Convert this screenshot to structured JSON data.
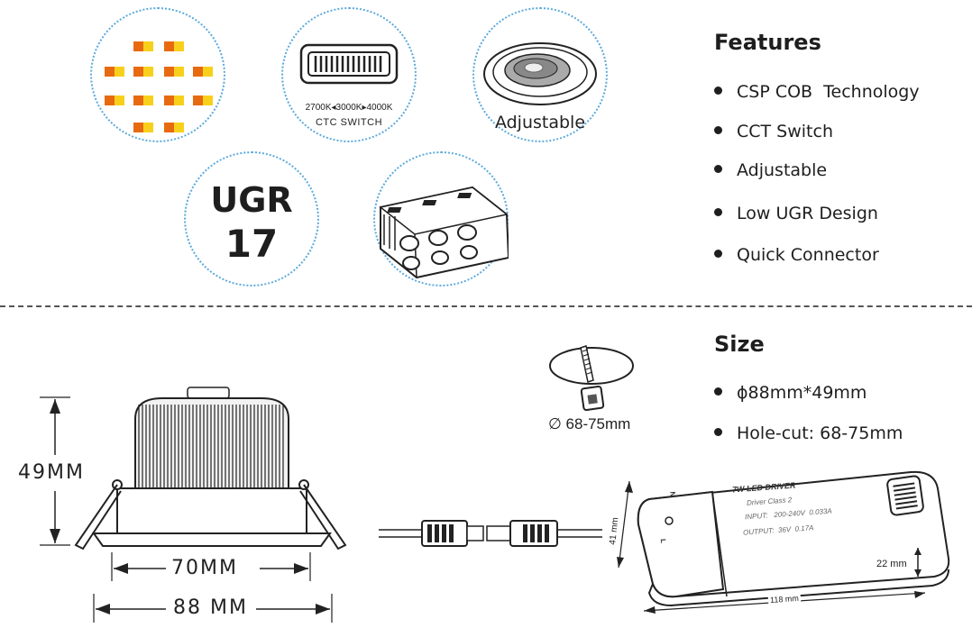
{
  "badges": {
    "switch_range": "2700K◂3000K▸4000K",
    "switch_label": "CTC SWITCH",
    "adjustable": "Adjustable",
    "ugr_word": "UGR",
    "ugr_value": "17"
  },
  "features": {
    "heading": "Features",
    "items": [
      "CSP COB  Technology",
      "CCT Switch",
      "Adjustable",
      "Low UGR Design",
      "Quick Connector"
    ]
  },
  "size": {
    "heading": "Size",
    "items": [
      "ϕ88mm*49mm",
      "Hole-cut: 68-75mm"
    ]
  },
  "drawing": {
    "height_label": "49MM",
    "inner_width_label": "70MM",
    "outer_width_label": "88 MM",
    "cutout_label": "∅ 68-75mm"
  },
  "driver": {
    "title": "7W LED DRIVER",
    "class": "Driver Class 2",
    "input": "INPUT:   200-240V  0.033A",
    "output": "OUTPUT:  36V  0.17A",
    "terminal_n": "N",
    "terminal_l": "L",
    "height_label": "41 mm",
    "depth_label": "22 mm",
    "length_label": "118 mm"
  },
  "colors": {
    "amber": "#f4a020",
    "orange": "#e86a10",
    "yellow": "#f8d01c",
    "dotted_border": "#5aa9dc"
  }
}
